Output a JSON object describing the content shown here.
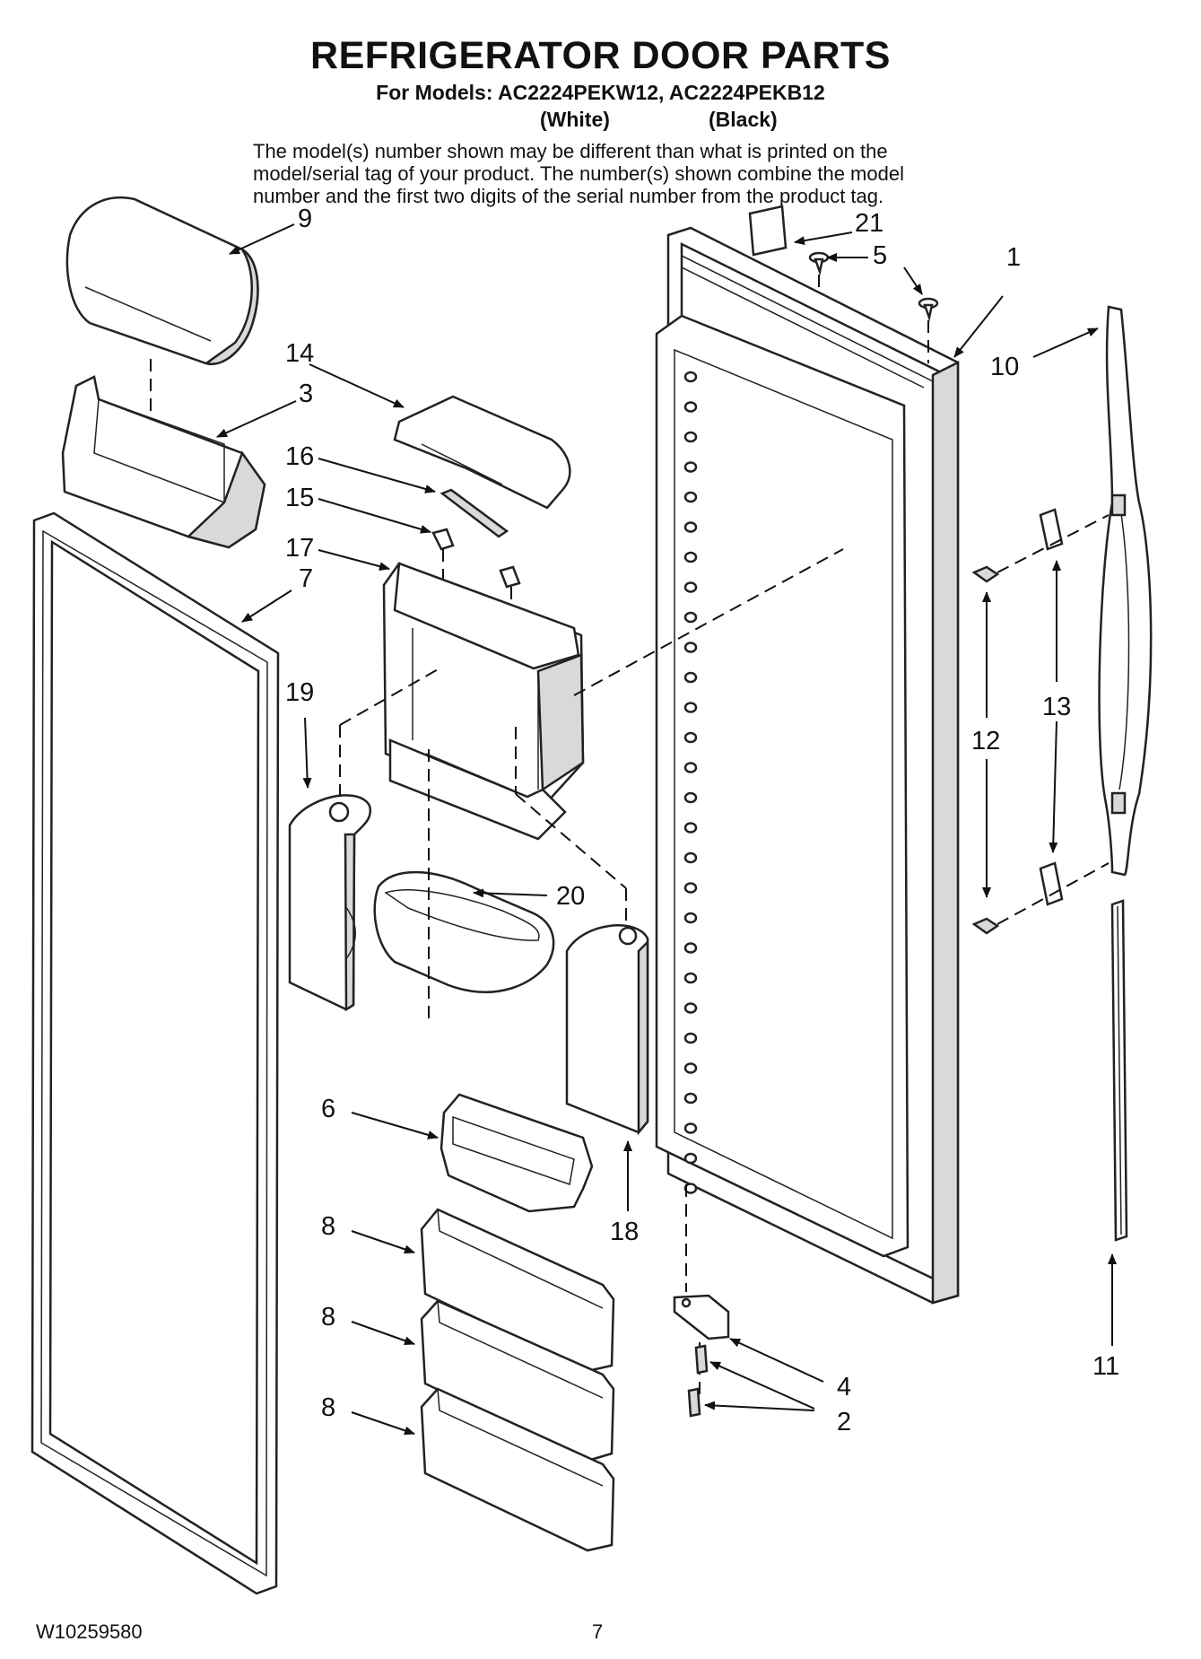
{
  "page": {
    "title": "REFRIGERATOR DOOR PARTS",
    "subtitle": "For Models: AC2224PEKW12, AC2224PEKB12",
    "variant_white": "(White)",
    "variant_black": "(Black)",
    "note": "The model(s) number shown may be different than what is printed on the model/serial tag of your product. The number(s) shown combine the model number and the first two digits of the serial number from the product tag.",
    "doc_number": "W10259580",
    "page_number": "7"
  },
  "callouts": {
    "c1": "1",
    "c2": "2",
    "c3": "3",
    "c4": "4",
    "c5": "5",
    "c6": "6",
    "c7": "7",
    "c8a": "8",
    "c8b": "8",
    "c8c": "8",
    "c9": "9",
    "c10": "10",
    "c11": "11",
    "c12": "12",
    "c13": "13",
    "c14": "14",
    "c15": "15",
    "c16": "16",
    "c17": "17",
    "c18": "18",
    "c19": "19",
    "c20": "20",
    "c21": "21"
  }
}
